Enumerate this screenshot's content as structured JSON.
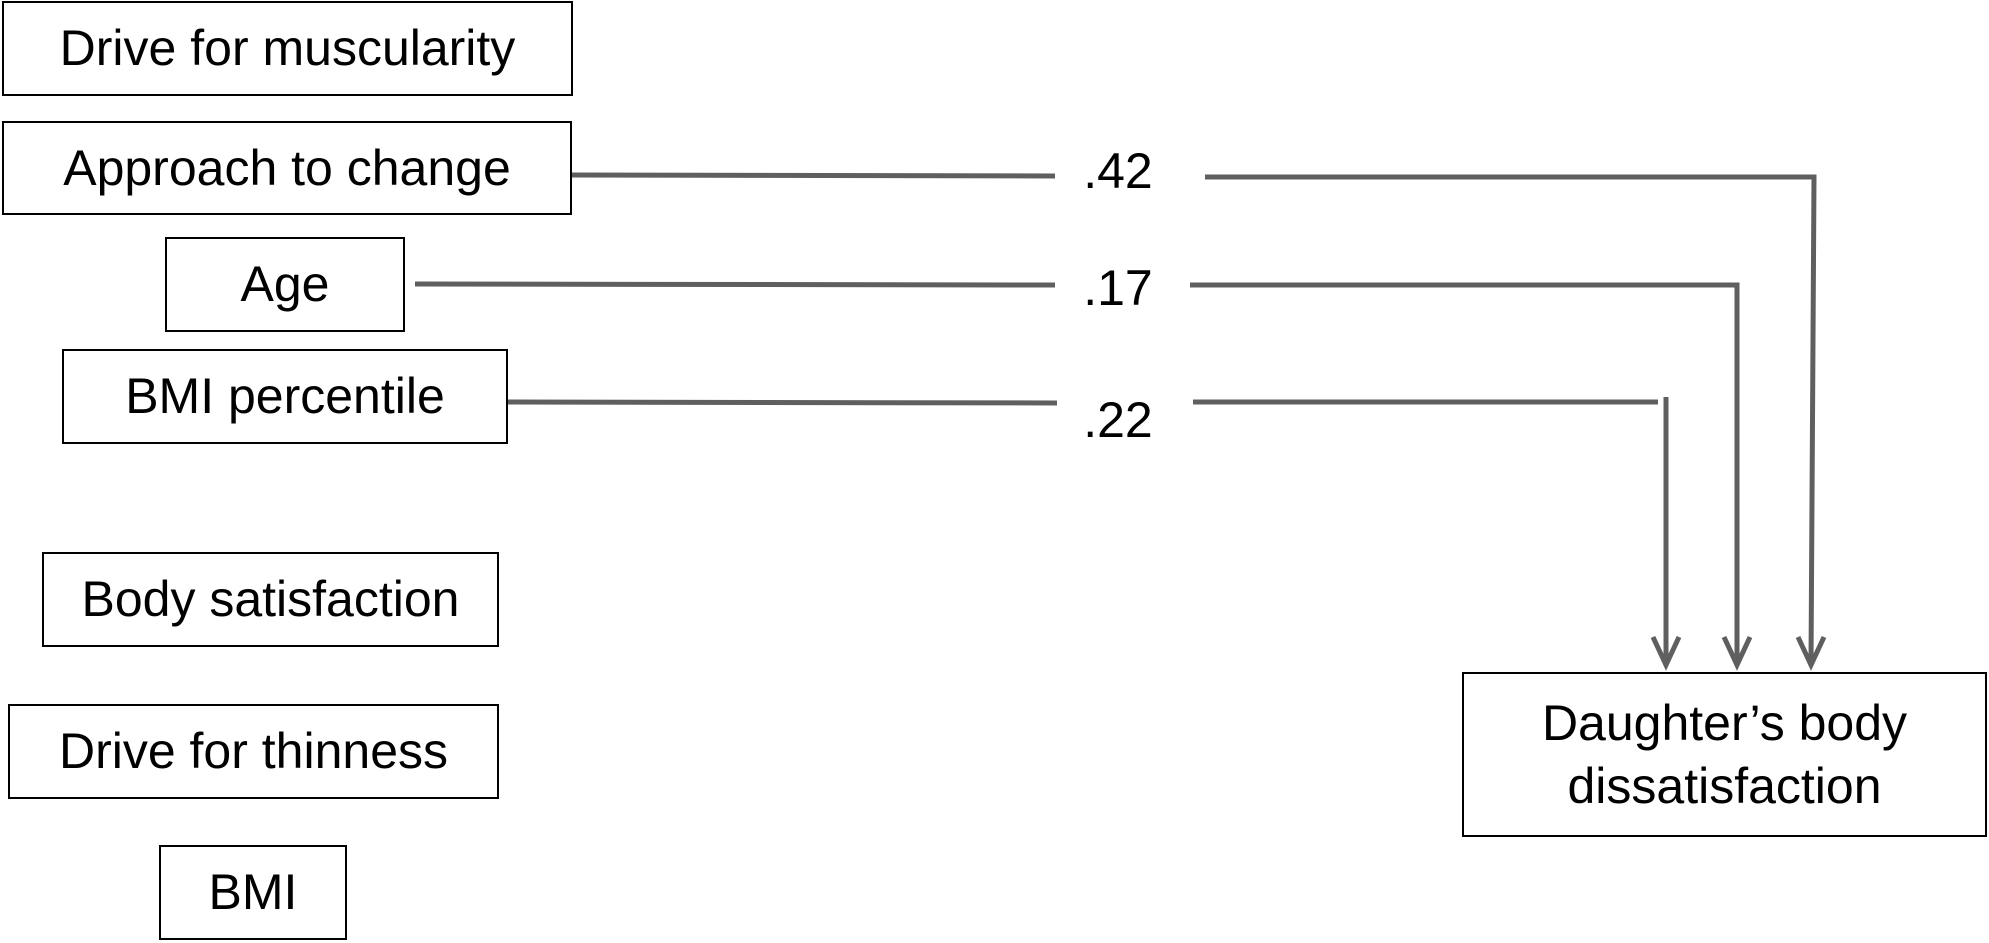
{
  "predictors": [
    {
      "id": "drive-muscularity",
      "label": "Drive for muscularity"
    },
    {
      "id": "approach-change",
      "label": "Approach to change"
    },
    {
      "id": "age",
      "label": "Age"
    },
    {
      "id": "bmi-percentile",
      "label": "BMI percentile"
    },
    {
      "id": "body-satisfaction",
      "label": "Body satisfaction"
    },
    {
      "id": "drive-thinness",
      "label": "Drive for thinness"
    },
    {
      "id": "bmi",
      "label": "BMI"
    }
  ],
  "outcome": {
    "line1": "Daughter’s body",
    "line2": "dissatisfaction"
  },
  "paths": [
    {
      "from": "approach-change",
      "to": "outcome",
      "coefficient": ".42"
    },
    {
      "from": "age",
      "to": "outcome",
      "coefficient": ".17"
    },
    {
      "from": "bmi-percentile",
      "to": "outcome",
      "coefficient": ".22"
    }
  ],
  "colors": {
    "arrow": "#5f5f5f",
    "box_border": "#000000"
  }
}
